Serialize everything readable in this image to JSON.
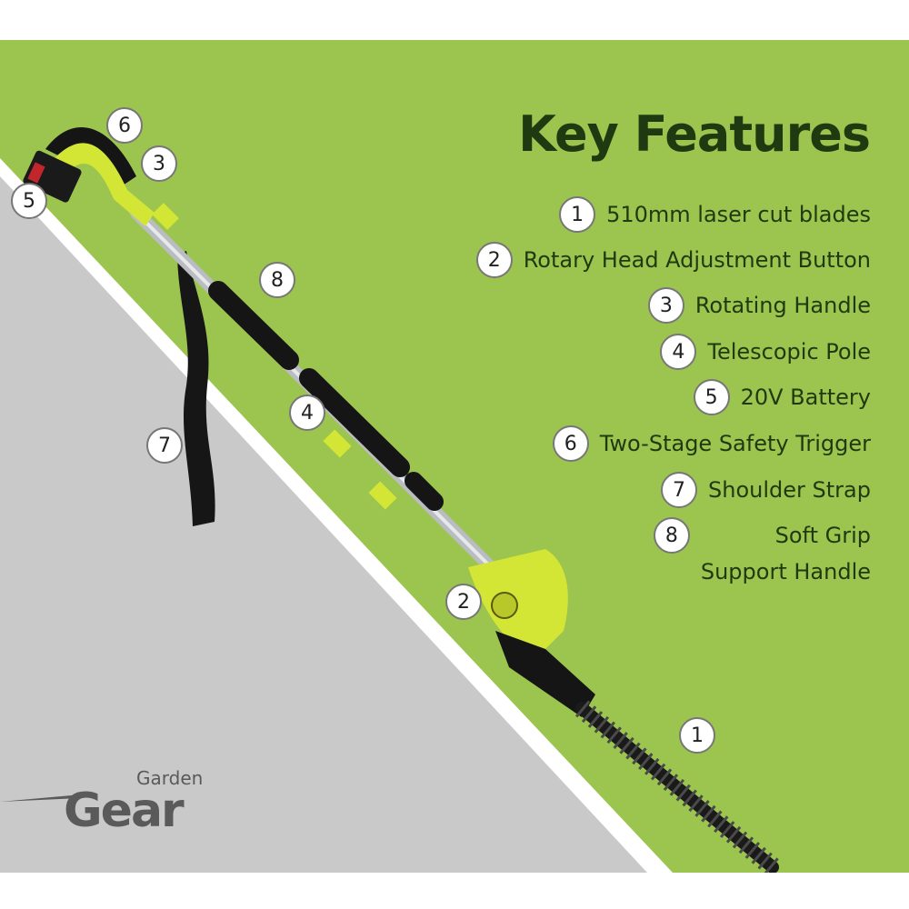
{
  "title": "Key Features",
  "features": [
    {
      "num": "1",
      "label": "510mm laser cut blades"
    },
    {
      "num": "2",
      "label": "Rotary Head Adjustment Button"
    },
    {
      "num": "3",
      "label": "Rotating Handle"
    },
    {
      "num": "4",
      "label": "Telescopic Pole"
    },
    {
      "num": "5",
      "label": "20V Battery"
    },
    {
      "num": "6",
      "label": "Two-Stage Safety Trigger"
    },
    {
      "num": "7",
      "label": "Shoulder Strap"
    },
    {
      "num": "8",
      "label_line1": "Soft Grip",
      "label_line2": "Support Handle"
    }
  ],
  "callouts": [
    "1",
    "2",
    "3",
    "4",
    "5",
    "6",
    "7",
    "8"
  ],
  "logo": {
    "small": "Garden",
    "big": "Gear"
  },
  "colors": {
    "green": "#9bc54f",
    "grey": "#c8c8c8",
    "dark_text": "#1f3a10",
    "tool_yellow": "#d4e635"
  }
}
